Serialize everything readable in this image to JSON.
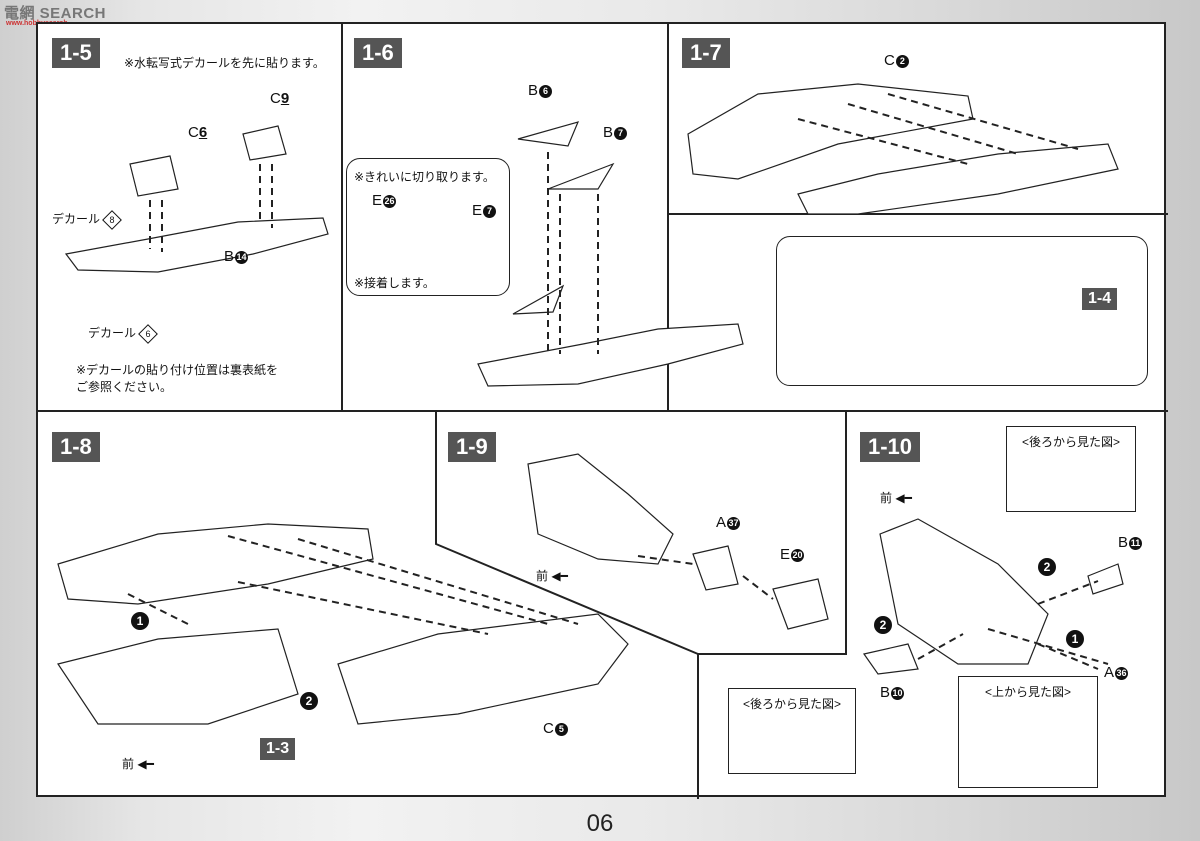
{
  "watermark": {
    "logo": "電網 SEARCH",
    "url": "www.hobbysearch"
  },
  "page_number": "06",
  "steps": [
    {
      "id": "1-5",
      "note_top": "※水転写式デカールを先に貼ります。",
      "parts": [
        {
          "letter": "C",
          "num": "9"
        },
        {
          "letter": "C",
          "num": "6"
        },
        {
          "letter": "B",
          "num": "14"
        }
      ],
      "decal_a": {
        "label": "デカール",
        "num": "8"
      },
      "decal_b": {
        "label": "デカール",
        "num": "6"
      },
      "note_bottom_1": "※デカールの貼り付け位置は裏表紙を",
      "note_bottom_2": "ご参照ください。"
    },
    {
      "id": "1-6",
      "parts": [
        {
          "letter": "B",
          "num": "6"
        },
        {
          "letter": "B",
          "num": "7"
        }
      ],
      "callout_note_top": "※きれいに切り取ります。",
      "callout_parts": [
        {
          "letter": "E",
          "num": "26"
        },
        {
          "letter": "E",
          "num": "7"
        }
      ],
      "callout_note_bottom": "※接着します。"
    },
    {
      "id": "1-7",
      "parts": [
        {
          "letter": "C",
          "num": "2"
        }
      ],
      "ref": "1-4"
    },
    {
      "id": "1-8",
      "order": [
        "1",
        "2"
      ],
      "parts": [
        {
          "letter": "C",
          "num": "5"
        }
      ],
      "ref": "1-3",
      "front": "前"
    },
    {
      "id": "1-9",
      "parts": [
        {
          "letter": "A",
          "num": "37"
        },
        {
          "letter": "E",
          "num": "20"
        }
      ],
      "front": "前"
    },
    {
      "id": "1-10",
      "front": "前",
      "order": [
        "1",
        "2"
      ],
      "rear_view": "<後ろから見た図>",
      "top_view": "<上から見た図>",
      "parts": [
        {
          "letter": "B",
          "num": "11"
        },
        {
          "letter": "A",
          "num": "36"
        },
        {
          "letter": "B",
          "num": "10"
        }
      ]
    }
  ]
}
